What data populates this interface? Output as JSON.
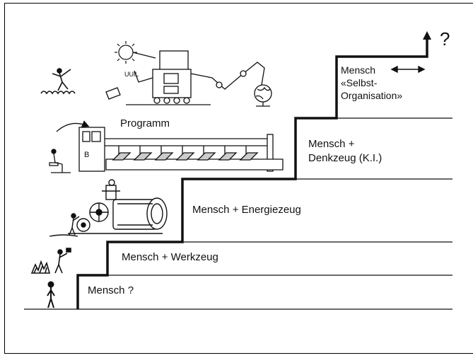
{
  "steps": {
    "step1": "Mensch ?",
    "step2": "Mensch + Werkzeug",
    "step3": "Mensch + Energiezeug",
    "step4_line1": "Mensch +",
    "step4_line2": "Denkzeug (K.I.)",
    "step5_line1": "Mensch",
    "step5_line2": "«Selbst-",
    "step5_line3": "Organisation»",
    "top_symbol": "?"
  },
  "illustrations": {
    "programm_label": "Programm"
  },
  "icons": [
    "standing-man-icon",
    "man-with-hammer-icon",
    "steam-engine-icon",
    "textile-machine-icon",
    "robot-icon",
    "sun-icon",
    "globe-icon",
    "dancing-figure-icon",
    "double-arrow-icon",
    "up-arrow-icon"
  ]
}
